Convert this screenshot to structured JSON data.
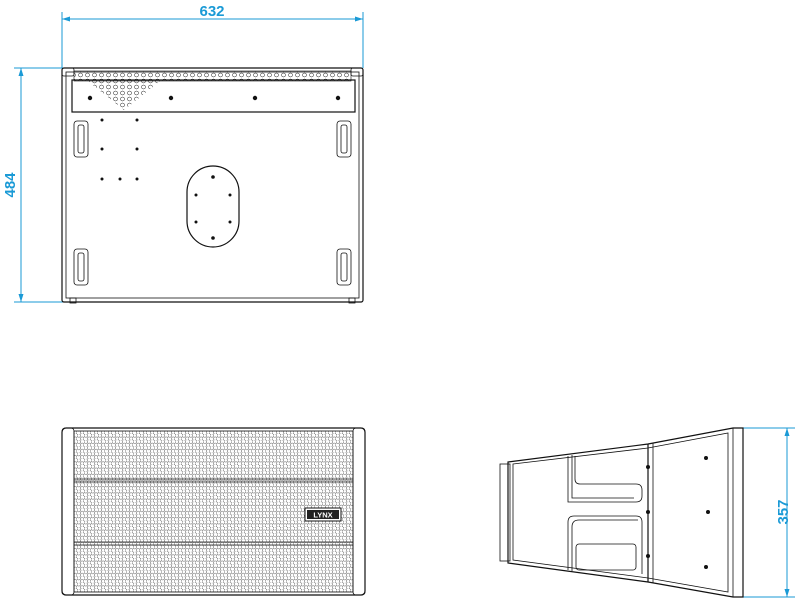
{
  "dimensions": {
    "width_label": "632",
    "height_label": "484",
    "depth_label": "357"
  },
  "brand_badge": "LYNX",
  "colors": {
    "dimension": "#1a9ad6",
    "outline": "#111111",
    "background": "#ffffff"
  }
}
